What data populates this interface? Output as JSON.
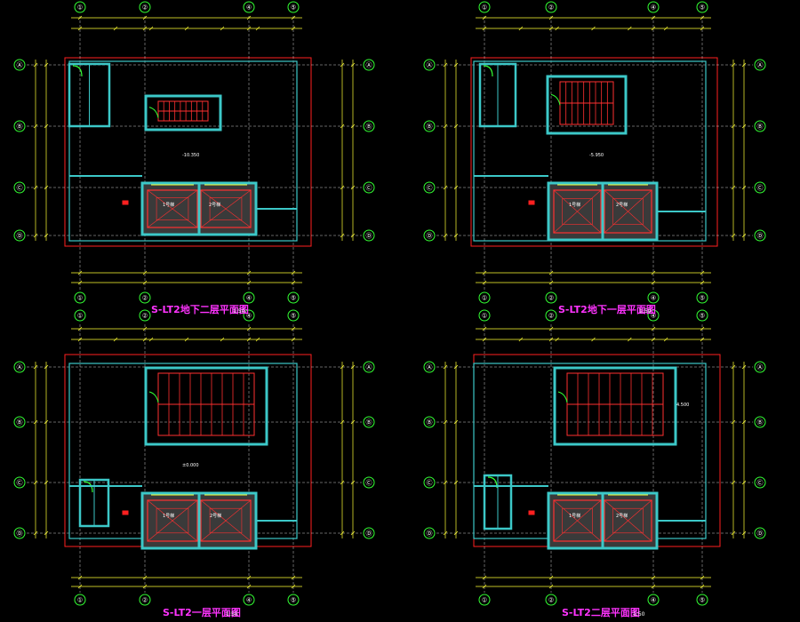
{
  "plans": [
    {
      "title": "S-LT2地下二层平面图",
      "scale": "1:50",
      "cols_top": [
        "①",
        "②",
        "④",
        "⑤"
      ],
      "cols_bottom": [
        "①",
        "②",
        "④",
        "⑤"
      ],
      "rows": [
        "Ⓐ",
        "Ⓑ",
        "Ⓒ",
        "Ⓓ"
      ],
      "car_a": "1号梯",
      "car_b": "2号梯",
      "level": "-10.350"
    },
    {
      "title": "S-LT2地下一层平面图",
      "scale": "1:50",
      "cols_top": [
        "①",
        "②",
        "④",
        "⑤"
      ],
      "cols_bottom": [
        "①",
        "②",
        "④",
        "⑤"
      ],
      "rows": [
        "Ⓐ",
        "Ⓑ",
        "Ⓒ",
        "Ⓓ"
      ],
      "car_a": "1号梯",
      "car_b": "2号梯",
      "level": "-5.950"
    },
    {
      "title": "S-LT2一层平面图",
      "scale": "1:50",
      "cols_top": [
        "①",
        "②",
        "④",
        "⑤"
      ],
      "cols_bottom": [
        "①",
        "②",
        "④",
        "⑤"
      ],
      "rows": [
        "Ⓐ",
        "Ⓑ",
        "Ⓒ",
        "Ⓓ"
      ],
      "car_a": "1号梯",
      "car_b": "2号梯",
      "level": "±0.000"
    },
    {
      "title": "S-LT2二层平面图",
      "scale": "1:50",
      "cols_top": [
        "①",
        "②",
        "④",
        "⑤"
      ],
      "cols_bottom": [
        "①",
        "②",
        "④",
        "⑤"
      ],
      "rows": [
        "Ⓐ",
        "Ⓑ",
        "Ⓒ",
        "Ⓓ"
      ],
      "car_a": "1号梯",
      "car_b": "2号梯",
      "level": "4.500"
    }
  ],
  "colors": {
    "background": "#000000",
    "frame": "#ff2020",
    "wall": "#3cc8c8",
    "dim": "#ffff33",
    "grid": "#ffffff",
    "bubble": "#33ff33",
    "title": "#ff33ff",
    "stair": "#ff3030",
    "door": "#33ff33"
  }
}
